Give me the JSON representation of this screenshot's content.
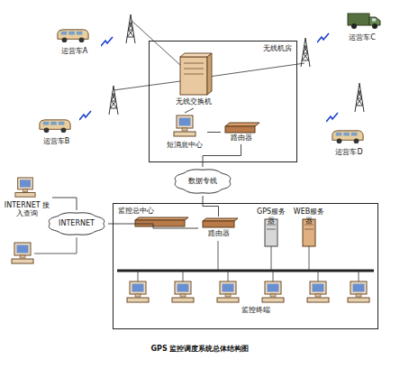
{
  "diagram": {
    "caption": "GPS 监控调度系统总体结构图",
    "nodes": [
      {
        "text": [
          "无线机房"
        ]
      },
      {
        "text": [
          "无线交换机"
        ],
        "in": 0
      },
      {
        "text": [
          "短消息中心"
        ],
        "in": 0
      },
      {
        "text": [
          "路由器"
        ],
        "in": 0
      },
      {
        "text": [
          "运营车A"
        ]
      },
      {
        "text": [
          "运营车B"
        ]
      },
      {
        "text": [
          "运营车C"
        ]
      },
      {
        "text": [
          "运营车D"
        ]
      },
      {
        "text": [
          "数据专线"
        ]
      },
      {
        "text": [
          "INTERNET"
        ]
      },
      {
        "text": [
          "INTERNET 接入查询"
        ]
      },
      {
        "text": [
          "监控总中心"
        ]
      },
      {
        "text": [
          "路由器"
        ],
        "in": 11
      },
      {
        "text": [
          "GPS服务器"
        ],
        "in": 11
      },
      {
        "text": [
          "WEB服务器"
        ],
        "in": 11
      }
    ],
    "edges": [
      {
        "from": 1,
        "to": 2,
        "arrow": "none"
      },
      {
        "from": 2,
        "to": 3,
        "arrow": "none"
      },
      {
        "from": 3,
        "to": 8,
        "arrow": "none"
      },
      {
        "from": 8,
        "to": 12,
        "arrow": "none"
      },
      {
        "from": 9,
        "to": 12,
        "arrow": "none"
      },
      {
        "from": 10,
        "to": 9,
        "arrow": "none"
      }
    ],
    "labels": [
      "监控终端"
    ]
  }
}
